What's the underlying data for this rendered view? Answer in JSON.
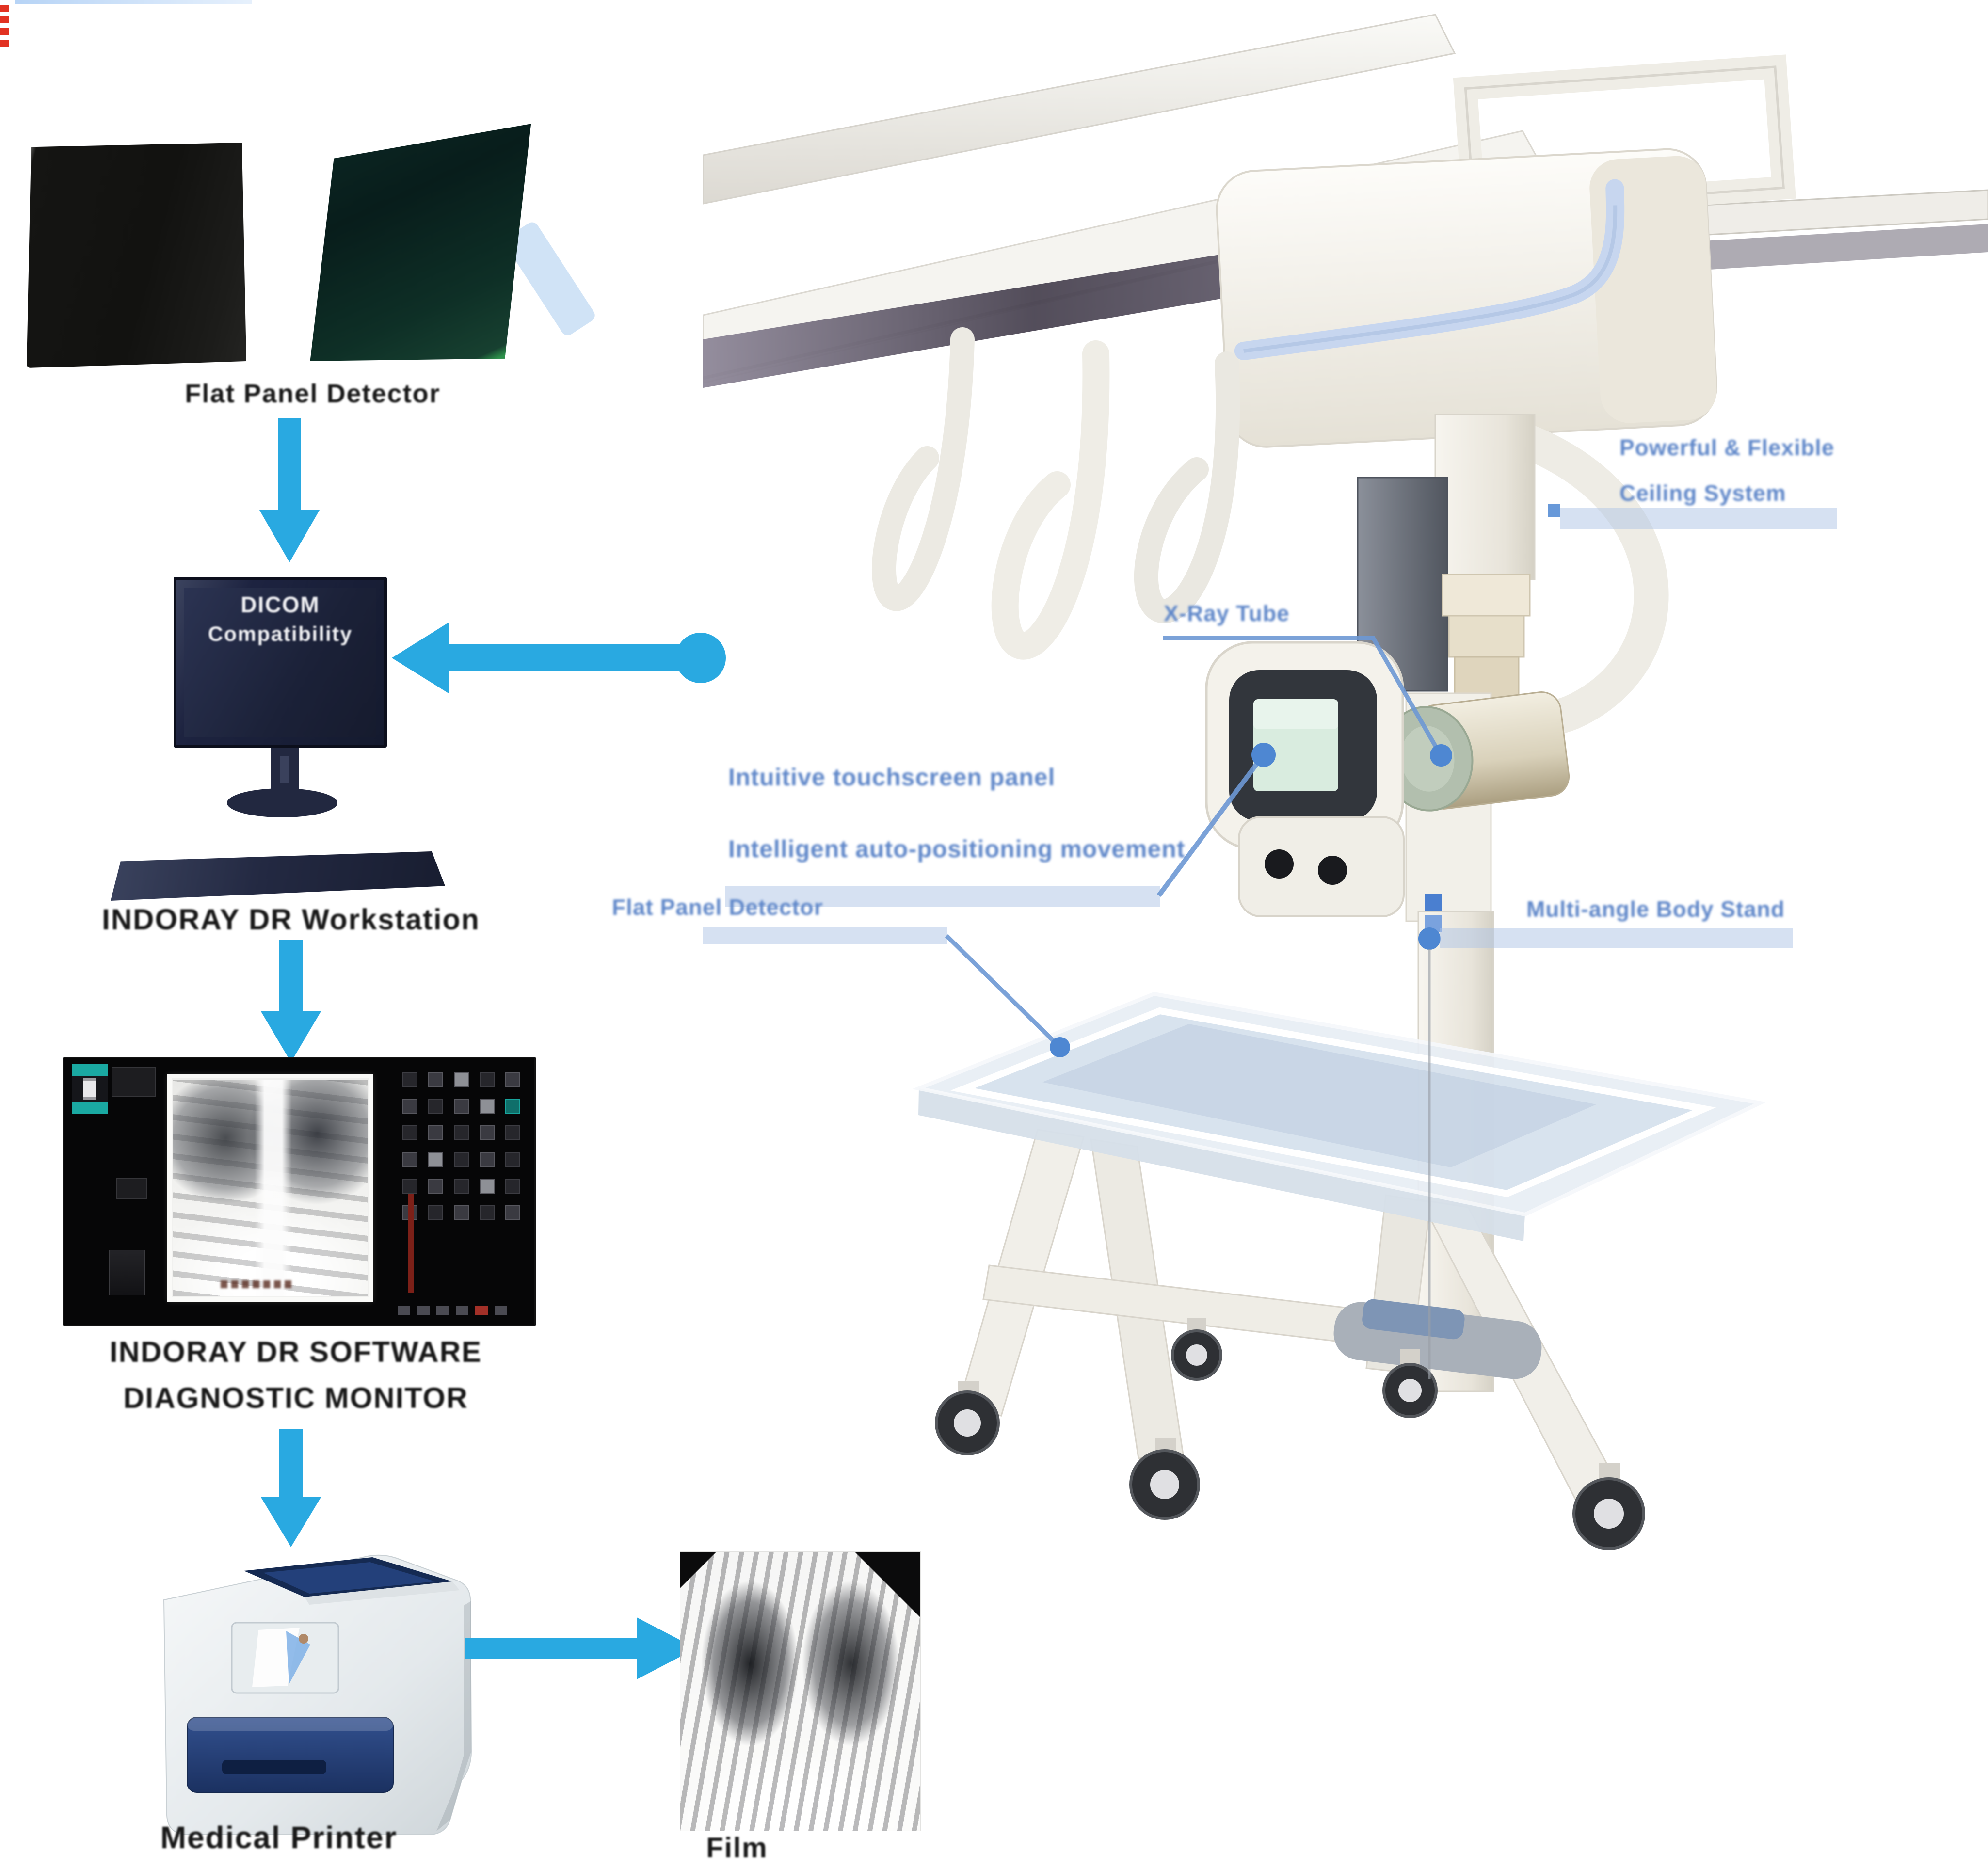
{
  "workflow": {
    "detectors": {
      "label": "Flat Panel Detector"
    },
    "workstation": {
      "screen_line1": "DICOM",
      "screen_line2": "Compatibility",
      "label": "INDORAY DR Workstation"
    },
    "software": {
      "label_line1": "INDORAY DR SOFTWARE",
      "label_line2": "DIAGNOSTIC MONITOR"
    },
    "printer": {
      "label": "Medical Printer"
    },
    "film": {
      "label": "Film"
    }
  },
  "machine": {
    "callouts": {
      "ceiling_line1": "Powerful & Flexible",
      "ceiling_line2": "Ceiling System",
      "tube": "X-Ray Tube",
      "touch_line1": "Intuitive touchscreen panel",
      "touch_line2": "Intelligent auto-positioning movement",
      "detector": "Flat Panel Detector",
      "stand": "Multi-angle Body Stand"
    }
  },
  "colors": {
    "arrow": "#29a9e1",
    "callout_text": "#5f87c9",
    "callout_bar": "rgba(173,196,229,0.5)",
    "callout_dot": "#4e87d2",
    "printer_navy": "#1d2f55",
    "teal_accent": "#1aa9a2"
  }
}
